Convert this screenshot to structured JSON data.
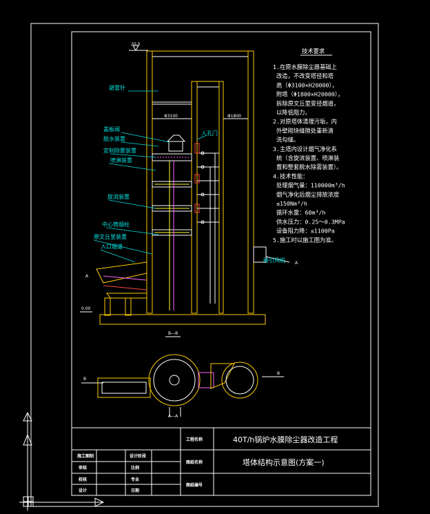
{
  "notes": {
    "heading": "技术要求",
    "lines": [
      "1.在原水膜除尘器基础上",
      "  改造，不改变塔径和塔",
      "  高（Φ3100×H20000），",
      "  附塔（Φ1800×H20000），",
      "  拆除原文丘里变径烟道，",
      "  以降低阻力。",
      "2.对原塔体清理污垢，内",
      "  外壁砌块缝隙处重新清",
      "  洗勾缝。",
      "3.主塔内设计烟气净化系",
      "  统（含旋流装置、喷淋装",
      "  置和整套脱水除雾装置）。",
      "4.技术性能：",
      "  处理烟气量：110000m³/h",
      "  烟气净化后烟尘排放浓度",
      "  ≤150Nm³/h",
      "  循环水量：60m³/h",
      "  供水压力：0.25～0.3MPa",
      "  设备阻力降：≤1100Pa",
      "5.施工时以施工图为准。"
    ]
  },
  "labels": {
    "elev_top": "20.0",
    "elev_ground": "0.00",
    "dim_main": "Φ3100",
    "dim_aux": "Φ1800",
    "lightning": "避雷针",
    "valve_top": "盖板阀",
    "demist": "脱水装置",
    "mist_device": "定制除雾装置",
    "spray": "喷淋装置",
    "swirl": "旋流装置",
    "center_pillar": "中心筒烟柱",
    "venturi": "原文丘里装置",
    "inlet_duct": "入口烟道",
    "manhole": "人孔门",
    "fan": "接引风机",
    "mark_a": "A",
    "section_bb": "B—B",
    "mark_b": "B",
    "section_aa": "A—A"
  },
  "title_block": {
    "project_label": "工程名称",
    "project_name": "40T/h锅炉水膜除尘器改造工程",
    "drawing_label": "图纸名称",
    "drawing_name": "塔体结构示意图(方案一)",
    "number_label": "图纸编号",
    "left_rows": [
      [
        "施工图制",
        "设计阶段"
      ],
      [
        "审核",
        "比例"
      ],
      [
        "校核",
        "专业"
      ],
      [
        "设计",
        "日期"
      ]
    ]
  }
}
